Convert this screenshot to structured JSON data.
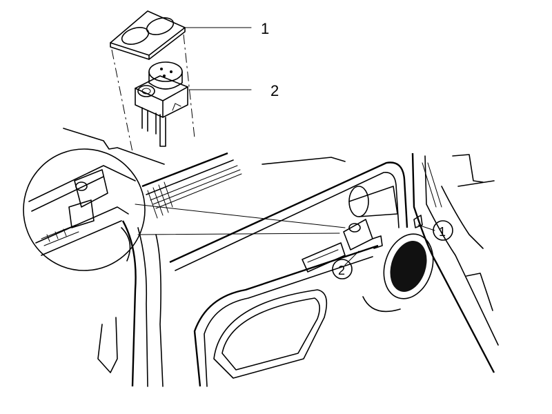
{
  "callouts": {
    "top_1": "1",
    "top_2": "2",
    "door_1": "1",
    "door_2": "2"
  }
}
